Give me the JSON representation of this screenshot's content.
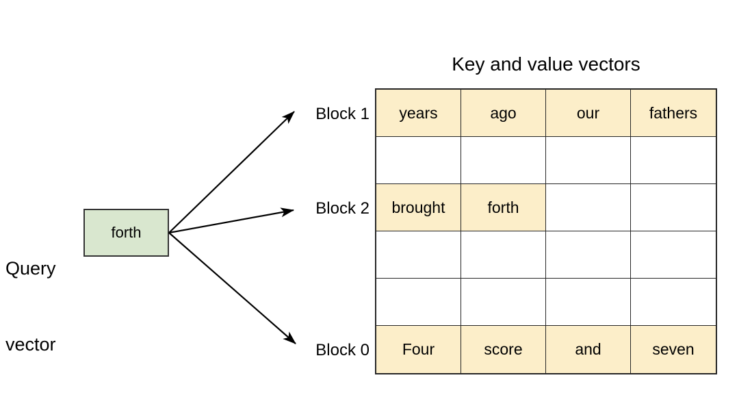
{
  "diagram": {
    "title": "Key and value vectors",
    "query": {
      "label_line1": "Query",
      "label_line2": "vector",
      "label": "Query\nvector",
      "box_text": "forth",
      "box_color": "#d9e7cf",
      "border_color": "#333333"
    },
    "block_labels": [
      {
        "id": "block-1",
        "text": "Block 1",
        "row": 1
      },
      {
        "id": "block-2",
        "text": "Block 2",
        "row": 3
      },
      {
        "id": "block-0",
        "text": "Block 0",
        "row": 6
      }
    ],
    "arrows": [
      {
        "id": "arrow-to-block-1",
        "from": "query-vector-box",
        "to": "block-1"
      },
      {
        "id": "arrow-to-block-2",
        "from": "query-vector-box",
        "to": "block-2"
      },
      {
        "id": "arrow-to-block-0",
        "from": "query-vector-box",
        "to": "block-0"
      }
    ],
    "grid": {
      "rows": 6,
      "cols": 4,
      "fill_color": "#fceec9",
      "empty_color": "#ffffff",
      "border_color": "#262626",
      "cells": [
        [
          {
            "text": "years",
            "filled": true
          },
          {
            "text": "ago",
            "filled": true
          },
          {
            "text": "our",
            "filled": true
          },
          {
            "text": "fathers",
            "filled": true
          }
        ],
        [
          {
            "text": "",
            "filled": false
          },
          {
            "text": "",
            "filled": false
          },
          {
            "text": "",
            "filled": false
          },
          {
            "text": "",
            "filled": false
          }
        ],
        [
          {
            "text": "brought",
            "filled": true
          },
          {
            "text": "forth",
            "filled": true
          },
          {
            "text": "",
            "filled": false
          },
          {
            "text": "",
            "filled": false
          }
        ],
        [
          {
            "text": "",
            "filled": false
          },
          {
            "text": "",
            "filled": false
          },
          {
            "text": "",
            "filled": false
          },
          {
            "text": "",
            "filled": false
          }
        ],
        [
          {
            "text": "",
            "filled": false
          },
          {
            "text": "",
            "filled": false
          },
          {
            "text": "",
            "filled": false
          },
          {
            "text": "",
            "filled": false
          }
        ],
        [
          {
            "text": "Four",
            "filled": true
          },
          {
            "text": "score",
            "filled": true
          },
          {
            "text": "and",
            "filled": true
          },
          {
            "text": "seven",
            "filled": true
          }
        ]
      ]
    }
  }
}
